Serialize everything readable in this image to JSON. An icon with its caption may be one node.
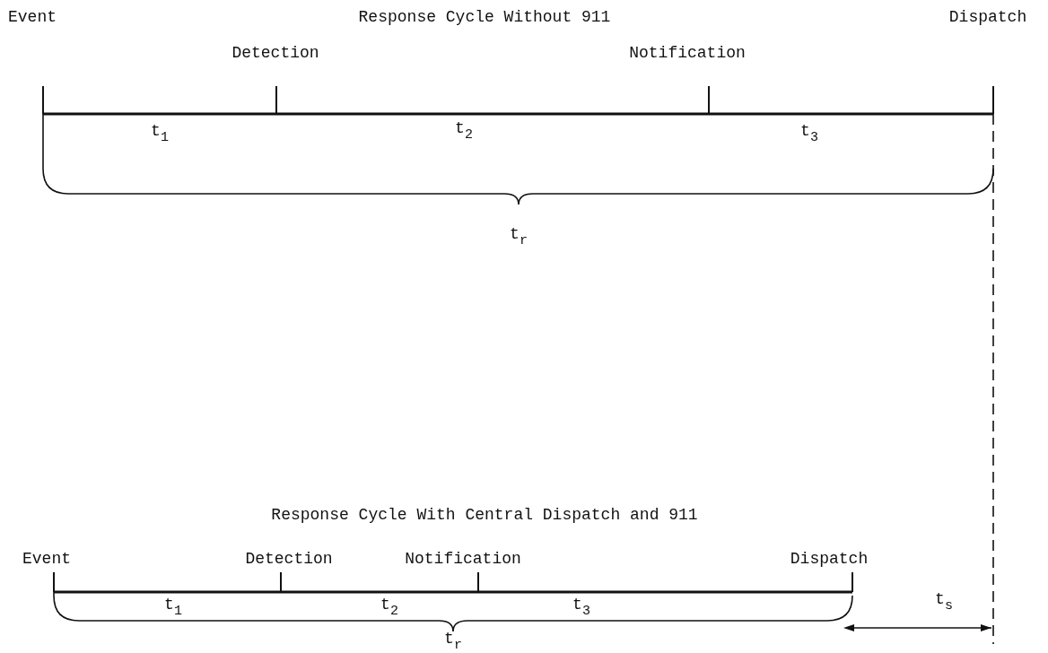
{
  "diagram": {
    "labels": [
      "Event",
      "Response Cycle Without 911",
      "Dispatch",
      "Detection",
      "Notification",
      "t$_{1}$",
      "t$_{2}$",
      "t$_{3}$",
      "t$_{r}$",
      "Response Cycle With Central Dispatch and 911",
      "Event",
      "Detection",
      "Notification",
      "Dispatch",
      "t$_{1}$",
      "t$_{2}$",
      "t$_{3}$",
      "t$_{r}$",
      "t$_{s}$"
    ]
  }
}
